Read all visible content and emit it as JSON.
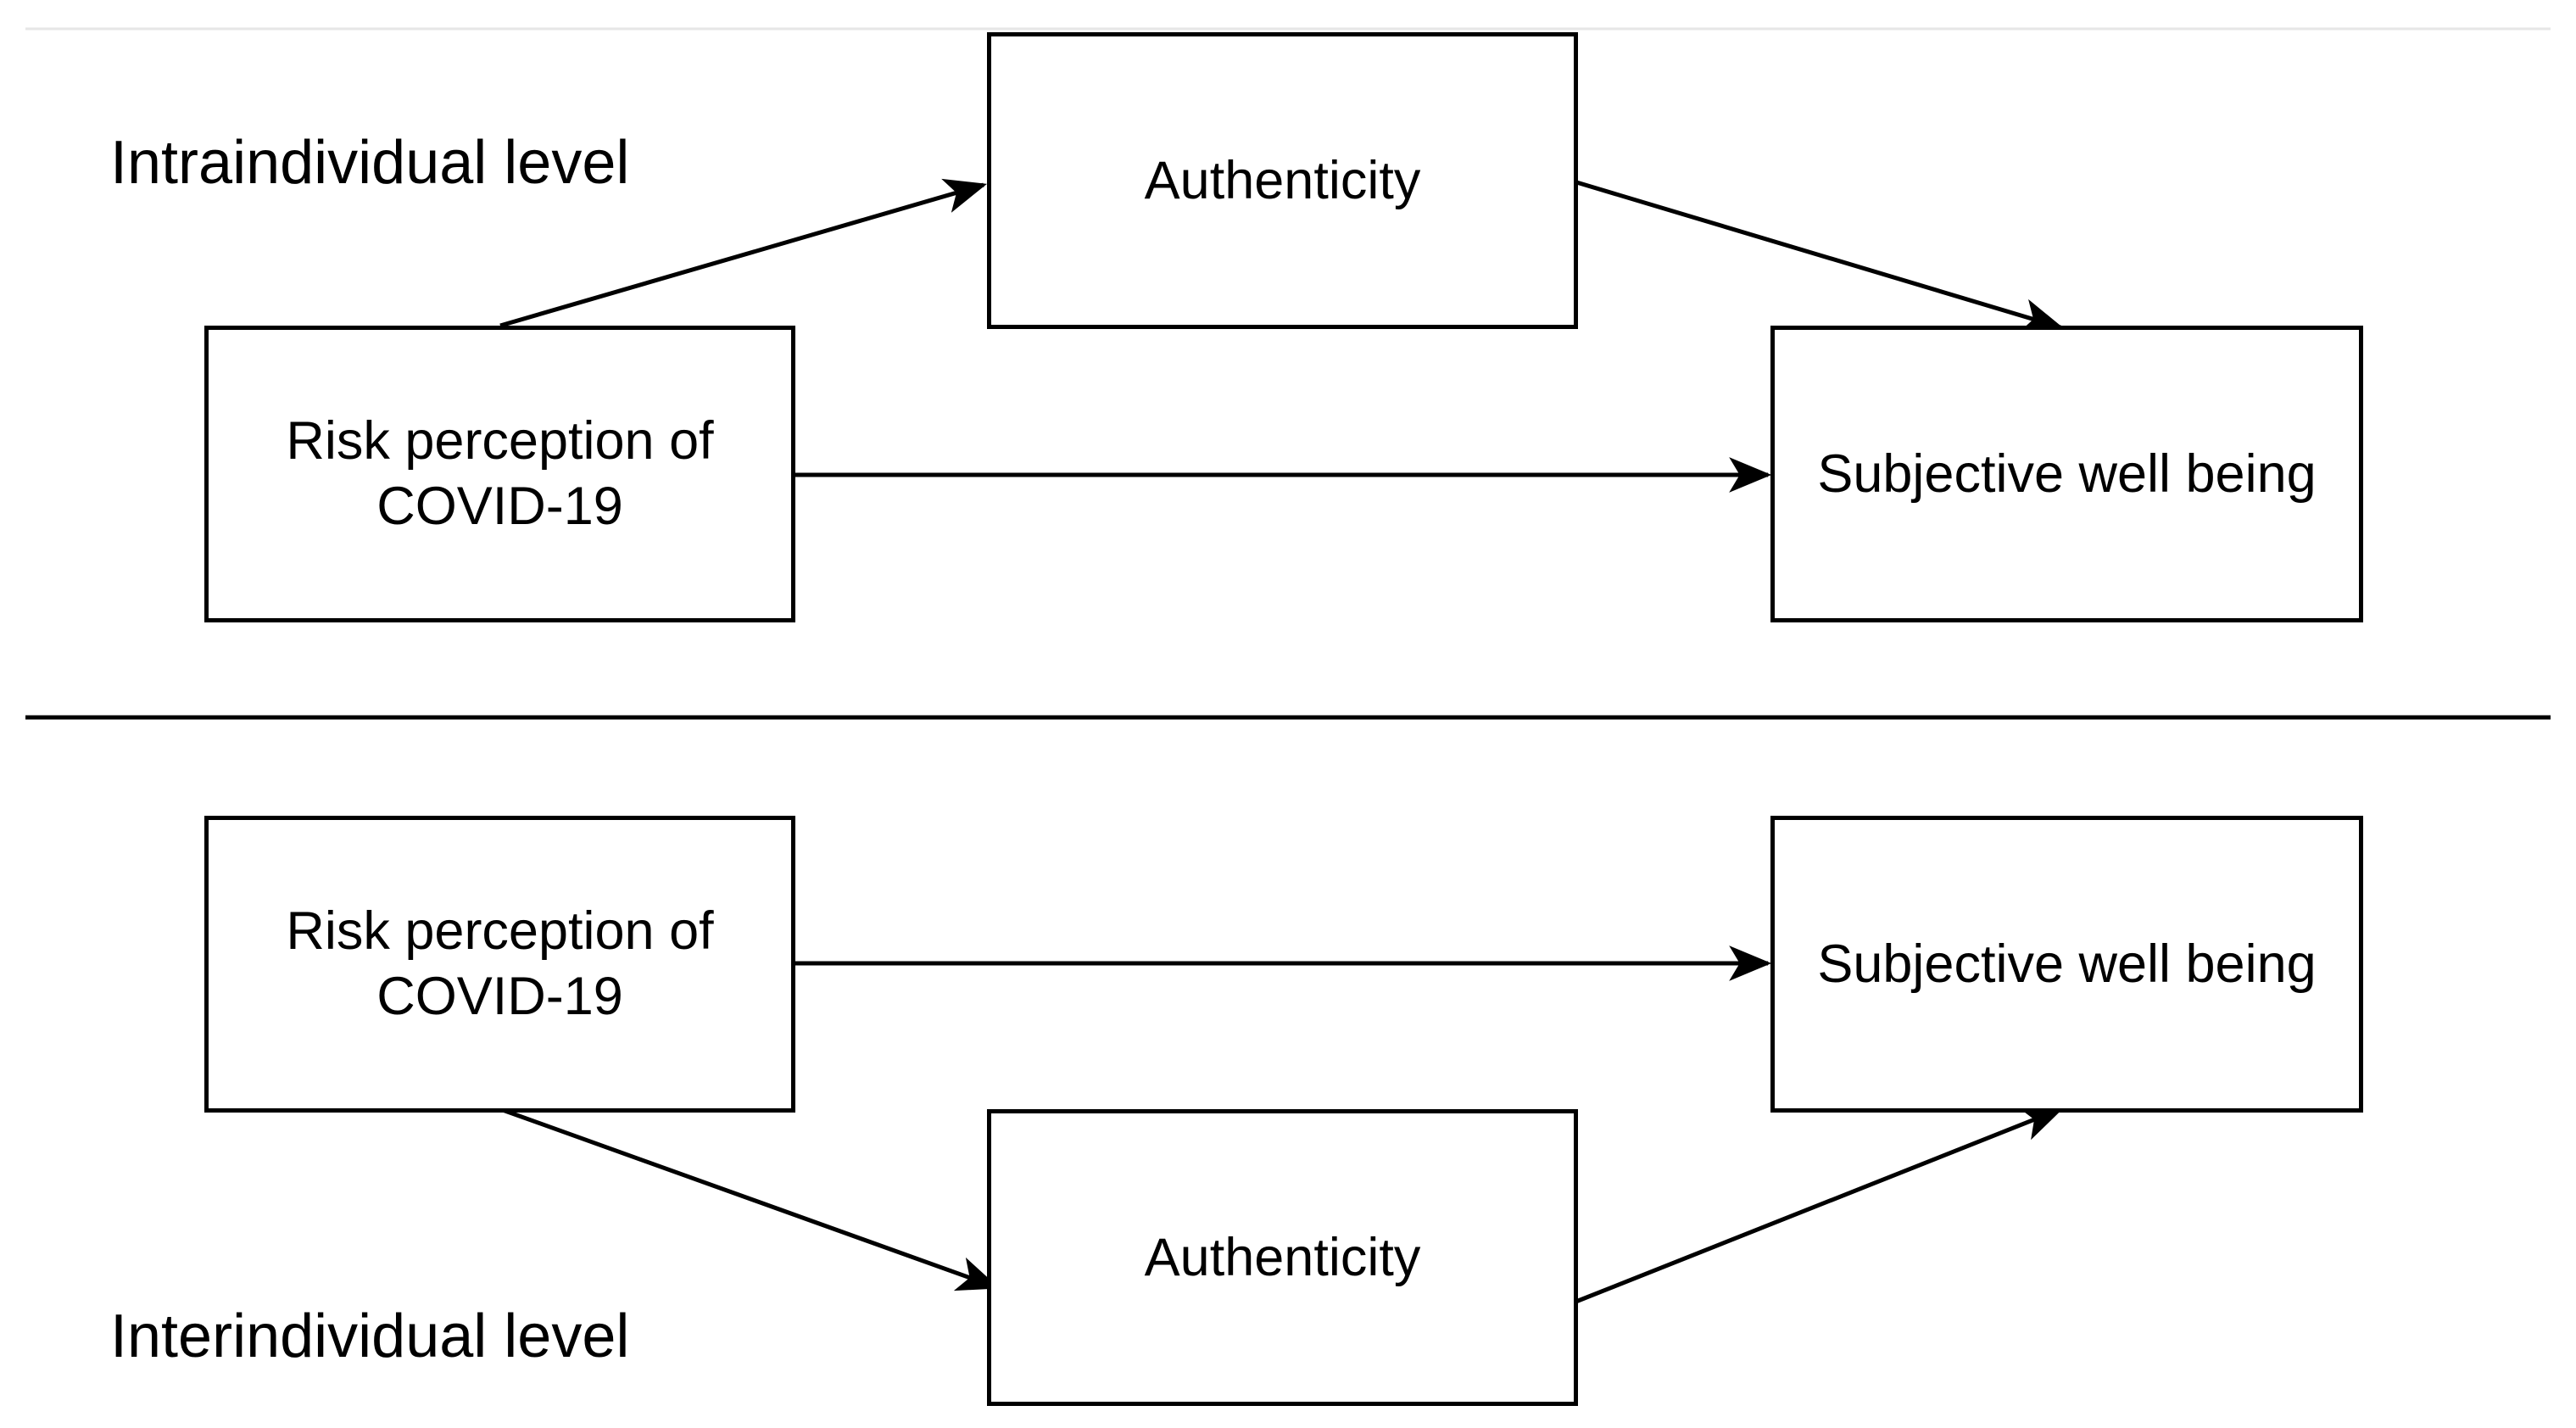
{
  "panels": [
    {
      "level_label": "Intraindividual level",
      "predictor": "Risk perception of\nCOVID-19",
      "mediator": "Authenticity",
      "outcome": "Subjective well being"
    },
    {
      "level_label": "Interindividual level",
      "predictor": "Risk perception of\nCOVID-19",
      "mediator": "Authenticity",
      "outcome": "Subjective well being"
    }
  ],
  "colors": {
    "stroke": "#000000",
    "background": "#ffffff"
  }
}
